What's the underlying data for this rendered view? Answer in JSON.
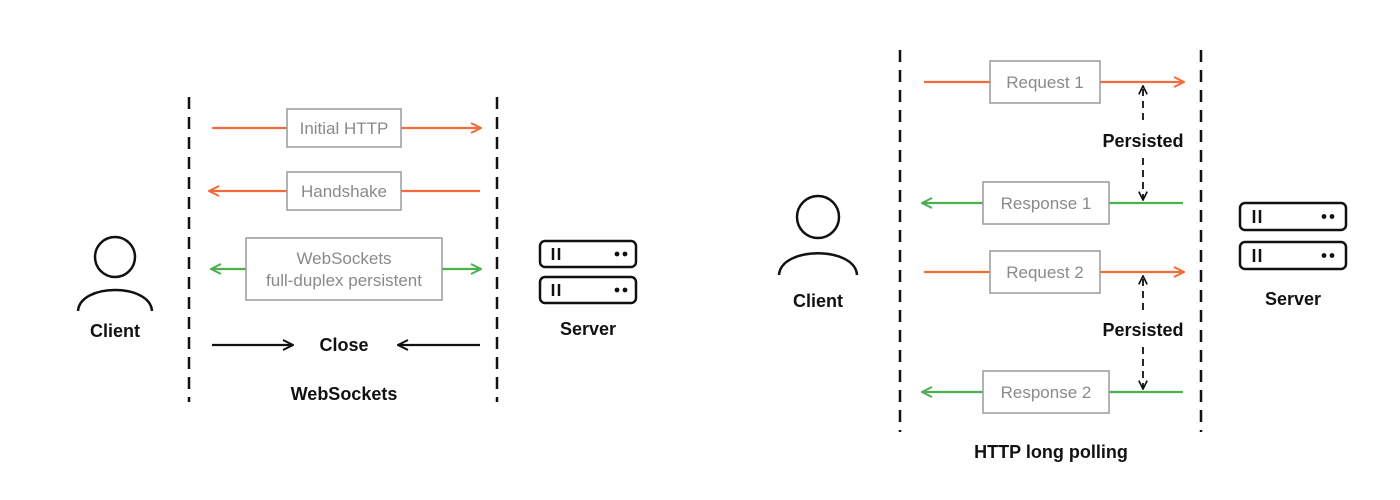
{
  "websockets": {
    "client_label": "Client",
    "server_label": "Server",
    "steps": {
      "initial_http": "Initial HTTP",
      "handshake": "Handshake",
      "duplex_line1": "WebSockets",
      "duplex_line2": "full-duplex persistent",
      "close": "Close"
    },
    "caption": "WebSockets"
  },
  "long_polling": {
    "client_label": "Client",
    "server_label": "Server",
    "steps": {
      "request_1": "Request 1",
      "persisted_1": "Persisted",
      "response_1": "Response 1",
      "request_2": "Request 2",
      "persisted_2": "Persisted",
      "response_2": "Response 2"
    },
    "caption": "HTTP long polling"
  },
  "colors": {
    "request": "#f26b3a",
    "response": "#4caf50",
    "neutral": "#111111",
    "box_border": "#9a9a9a",
    "box_text": "#8a8a8a"
  },
  "icons": {
    "client": "person-icon",
    "server": "server-icon"
  }
}
